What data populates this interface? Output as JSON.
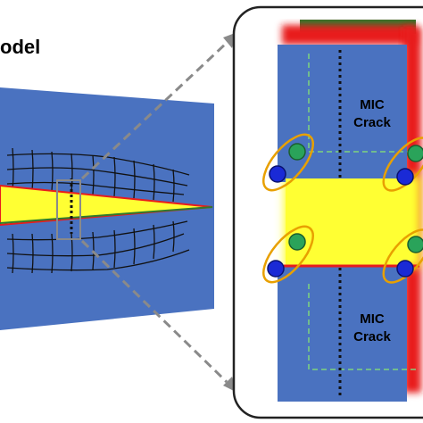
{
  "title": "odel",
  "inset": {
    "upper_label": [
      "MIC",
      "Crack"
    ],
    "lower_label": [
      "MIC",
      "Crack"
    ]
  },
  "colors": {
    "panel_blue": "#4a72c0",
    "crack_yellow": "#ffff33",
    "edge_red": "#e81c1c",
    "edge_green": "#2e7a2e",
    "node_green": "#2aa35a",
    "node_blue": "#1a2ad6",
    "halo_orange": "#e8a000",
    "arrow_gray": "#8a8a8a",
    "mesh_black": "#111111"
  }
}
